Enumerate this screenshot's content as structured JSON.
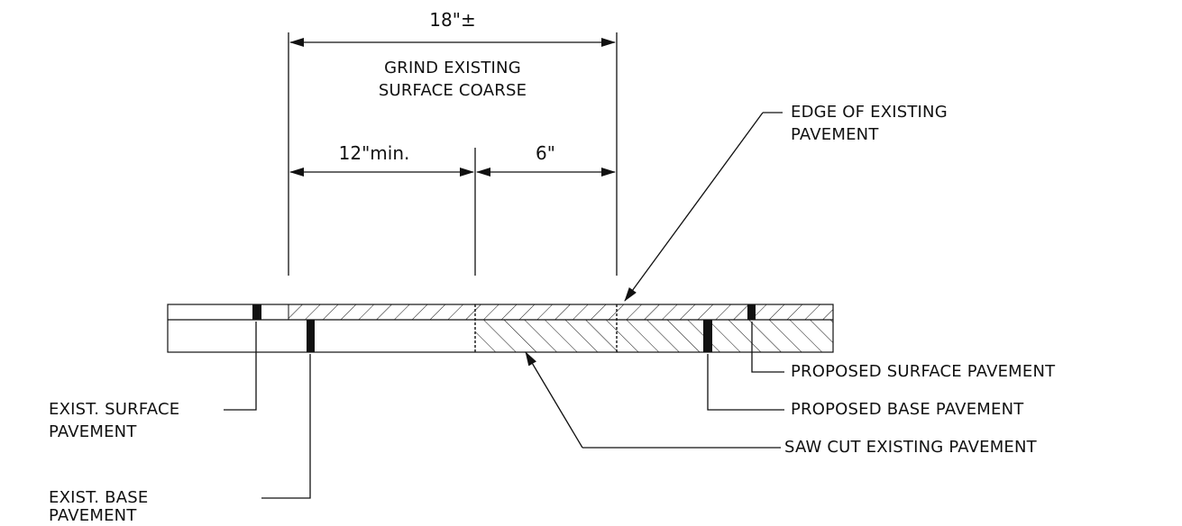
{
  "dimensions": {
    "overall": "18\"±",
    "grind_note": [
      "GRIND EXISTING",
      "SURFACE COARSE"
    ],
    "left": "12\"min.",
    "right": "6\""
  },
  "callouts": {
    "edge_existing": [
      "EDGE OF EXISTING",
      "PAVEMENT"
    ],
    "exist_surface": [
      "EXIST. SURFACE",
      "PAVEMENT"
    ],
    "exist_base": [
      "EXIST. BASE",
      "PAVEMENT"
    ],
    "proposed_surface": "PROPOSED SURFACE PAVEMENT",
    "proposed_base": "PROPOSED BASE PAVEMENT",
    "saw_cut": "SAW CUT EXISTING PAVEMENT"
  },
  "colors": {
    "ink": "#111111",
    "background": "#ffffff"
  }
}
